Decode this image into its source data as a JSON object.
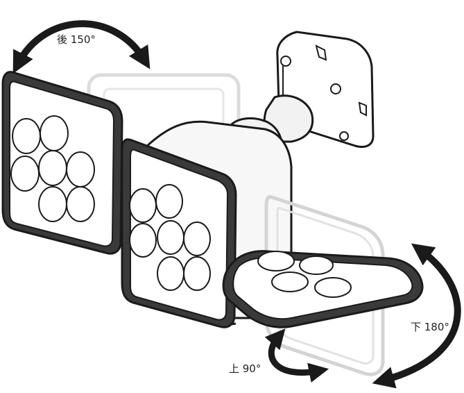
{
  "labels": {
    "back_rotation": "後 150°",
    "down_rotation": "下 180°",
    "up_rotation": "上 90°"
  },
  "colors": {
    "outline": "#1a1a1a",
    "bezel": "#3a3a3a",
    "face": "#ffffff",
    "ghost": "#d8d8d8",
    "arrow": "#1a1a1a",
    "body": "#f7f7f7"
  },
  "icons": {
    "arrow": "curved-double-arrow",
    "led": "circle"
  }
}
